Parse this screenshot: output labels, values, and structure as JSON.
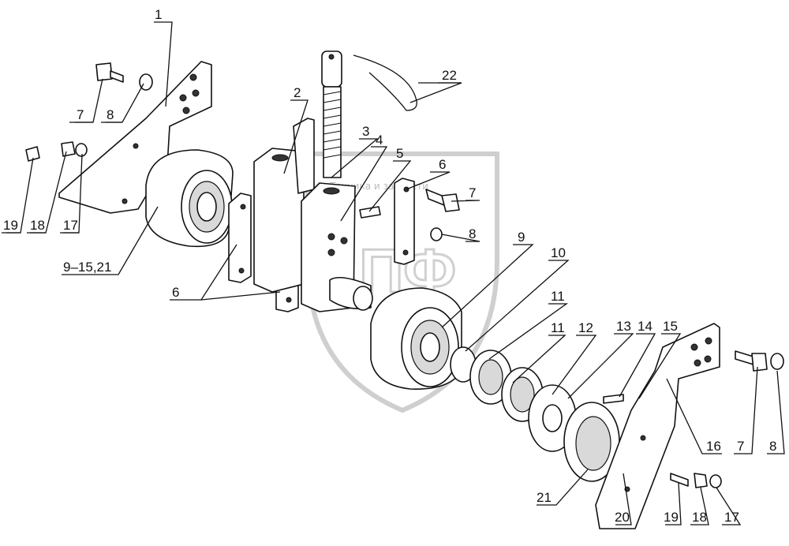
{
  "watermark": {
    "text": "Техника и запчасти",
    "logo_letters": "АПФ"
  },
  "callouts": [
    {
      "id": "c1",
      "text": "1"
    },
    {
      "id": "c2",
      "text": "2"
    },
    {
      "id": "c3",
      "text": "3"
    },
    {
      "id": "c4",
      "text": "4"
    },
    {
      "id": "c5",
      "text": "5"
    },
    {
      "id": "c6a",
      "text": "6"
    },
    {
      "id": "c6b",
      "text": "6"
    },
    {
      "id": "c7a",
      "text": "7"
    },
    {
      "id": "c7b",
      "text": "7"
    },
    {
      "id": "c7c",
      "text": "7"
    },
    {
      "id": "c8a",
      "text": "8"
    },
    {
      "id": "c8b",
      "text": "8"
    },
    {
      "id": "c8c",
      "text": "8"
    },
    {
      "id": "c9",
      "text": "9"
    },
    {
      "id": "c9_15",
      "text": "9–15,21"
    },
    {
      "id": "c10",
      "text": "10"
    },
    {
      "id": "c11a",
      "text": "11"
    },
    {
      "id": "c11b",
      "text": "11"
    },
    {
      "id": "c12",
      "text": "12"
    },
    {
      "id": "c13",
      "text": "13"
    },
    {
      "id": "c14",
      "text": "14"
    },
    {
      "id": "c15",
      "text": "15"
    },
    {
      "id": "c16",
      "text": "16"
    },
    {
      "id": "c17a",
      "text": "17"
    },
    {
      "id": "c17b",
      "text": "17"
    },
    {
      "id": "c18a",
      "text": "18"
    },
    {
      "id": "c18b",
      "text": "18"
    },
    {
      "id": "c19a",
      "text": "19"
    },
    {
      "id": "c19b",
      "text": "19"
    },
    {
      "id": "c20",
      "text": "20"
    },
    {
      "id": "c21",
      "text": "21"
    },
    {
      "id": "c22",
      "text": "22"
    }
  ]
}
